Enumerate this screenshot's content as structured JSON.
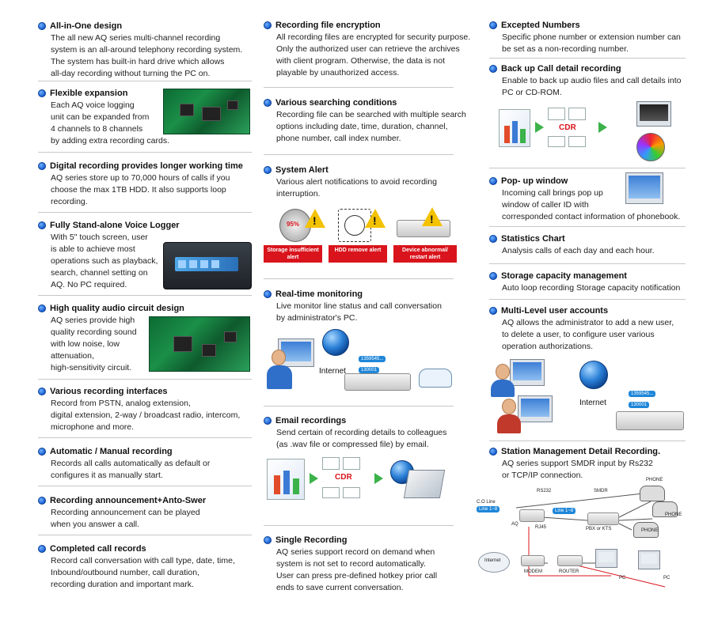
{
  "col1": [
    {
      "title": "All-in-One design",
      "lines": [
        "The all new AQ series multi-channel recording",
        "system is an all-around telephony recording system.",
        "The system has built-in hard drive which allows",
        "all-day recording without turning the PC on."
      ]
    },
    {
      "title": "Flexible expansion",
      "lines": [
        "Each AQ voice logging",
        "unit can be expanded from",
        "4 channels to 8 channels",
        "by adding extra recording cards."
      ]
    },
    {
      "title": "Digital recording provides longer working time",
      "lines": [
        "AQ series store up to 70,000 hours of calls if you",
        "choose the max 1TB HDD. It also supports loop",
        "recording."
      ]
    },
    {
      "title": "Fully Stand-alone Voice Logger",
      "lines": [
        "With 5\" touch screen, user",
        "is able to achieve most",
        "operations such as playback,",
        "search, channel setting on",
        "AQ. No PC required."
      ]
    },
    {
      "title": "High quality audio circuit design",
      "lines": [
        "AQ series provide high",
        "quality recording sound",
        "with low noise, low",
        "attenuation,",
        "high-sensitivity circuit."
      ]
    },
    {
      "title": "Various recording interfaces",
      "lines": [
        "Record from PSTN, analog extension,",
        "digital extension, 2-way / broadcast radio, intercom,",
        "microphone and more."
      ]
    },
    {
      "title": "Automatic / Manual recording",
      "lines": [
        "Records all calls automatically as default or",
        "configures it as manually start."
      ]
    },
    {
      "title": "Recording announcement+Anto-Swer",
      "lines": [
        "Recording announcement can be played",
        "when you answer a call."
      ]
    },
    {
      "title": "Completed call records",
      "lines": [
        "Record call conversation with call type, date, time,",
        "Inbound/outbound number, call duration,",
        "recording duration and important mark."
      ]
    }
  ],
  "col2": [
    {
      "title": "Recording file encryption",
      "lines": [
        "All recording files are encrypted for security purpose.",
        "Only the authorized user can retrieve the archives",
        "with client program. Otherwise, the data is not",
        "playable by unauthorized access."
      ]
    },
    {
      "title": "Various searching conditions",
      "lines": [
        "Recording file can be searched with multiple search",
        "options including date, time, duration, channel,",
        "phone number, call index number."
      ]
    },
    {
      "title": "System Alert",
      "lines": [
        "Various alert notifications to avoid recording",
        "interruption."
      ]
    },
    {
      "title": "Real-time monitoring",
      "lines": [
        "Live monitor line status and call conversation",
        "by administrator's PC."
      ]
    },
    {
      "title": "Email recordings",
      "lines": [
        "Send certain of recording details to colleagues",
        "(as .wav file or compressed file) by email."
      ]
    },
    {
      "title": "Single Recording",
      "lines": [
        "AQ series support record on demand when",
        "system is not set to record automatically.",
        "User can press pre-defined hotkey prior call",
        "ends to save current conversation."
      ]
    }
  ],
  "col3": [
    {
      "title": "Excepted  Numbers",
      "lines": [
        "Specific phone number or extension number can",
        "be set as a non-recording number."
      ]
    },
    {
      "title": "Back up Call detail recording",
      "lines": [
        "Enable to back up audio files and call details into",
        "PC or CD-ROM."
      ]
    },
    {
      "title": "Pop- up window",
      "lines": [
        "Incoming call brings pop up",
        "window of caller ID with",
        "corresponded contact information of phonebook."
      ]
    },
    {
      "title": "Statistics Chart",
      "lines": [
        "Analysis calls of each day and each hour."
      ]
    },
    {
      "title": "Storage capacity management",
      "lines": [
        "Auto loop recording Storage capacity notification"
      ]
    },
    {
      "title": "Multi-Level user accounts",
      "lines": [
        "AQ allows the administrator to add a new user,",
        "to delete a user, to configure user various",
        "operation authorizations."
      ]
    },
    {
      "title": "Station Management Detail Recording.",
      "lines": [
        "AQ series support SMDR input by Rs232",
        "or TCP/IP connection."
      ]
    }
  ],
  "alerts": [
    "Storage insufficient alert",
    "HDD remove alert",
    "Device abnormal/ restart alert"
  ],
  "internet_label": "Internet",
  "callout_1": "1359545...",
  "callout_2": "130001",
  "cdr_label": "CDR",
  "smdr": {
    "co_line": "C.O Line",
    "line_a": "Line 1~8",
    "line_b": "Line 1~8",
    "rs232": "RS232",
    "smdr": "SMDR",
    "aq": "AQ",
    "rj45": "RJ45",
    "pbx": "PBX or KTS",
    "phone1": "PHONE",
    "phone2": "PHONE",
    "phone3": "PHONE",
    "internet": "Internet",
    "modem": "MODEM",
    "router": "ROUTER",
    "pc1": "PC",
    "pc2": "PC"
  }
}
